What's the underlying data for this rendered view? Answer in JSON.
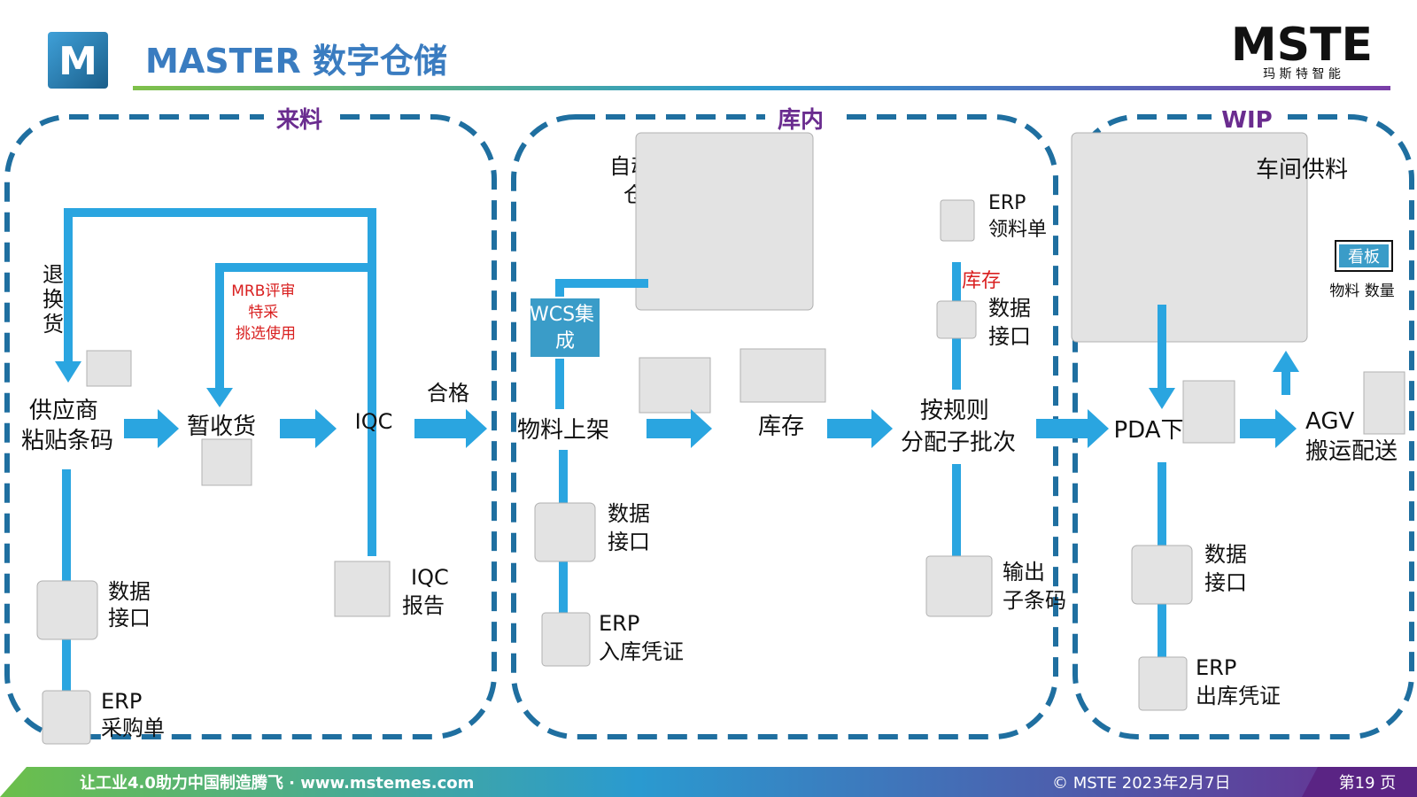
{
  "header": {
    "logo_letter": "M",
    "title": "MASTER 数字仓储",
    "brand": "MSTE",
    "brand_sub": "玛 斯 特 智 能"
  },
  "zones": {
    "incoming": "来料",
    "warehouse": "库内",
    "wip": "WIP"
  },
  "incoming": {
    "supplier": [
      "供应商",
      "粘贴条码"
    ],
    "return": [
      "退",
      "换",
      "货"
    ],
    "temp_receive": "暂收货",
    "mrb": [
      "MRB评审",
      "特采",
      "挑选使用"
    ],
    "iqc": "IQC",
    "pass": "合格",
    "iqc_report": [
      "IQC",
      "报告"
    ],
    "data_interface": [
      "数据",
      "接口"
    ],
    "erp_po": [
      "ERP",
      "采购单"
    ]
  },
  "warehouse": {
    "auto_wh": [
      "自动化",
      "仓库"
    ],
    "wcs": [
      "WCS集",
      "成"
    ],
    "shelving": "物料上架",
    "inventory": "库存",
    "allocate": [
      "按规则",
      "分配子批次"
    ],
    "erp_pick": [
      "ERP",
      "领料单"
    ],
    "inventory_red": "库存",
    "data_interface": [
      "数据",
      "接口"
    ],
    "data_interface2": [
      "数据",
      "接口"
    ],
    "erp_receipt": [
      "ERP",
      "入库凭证"
    ],
    "sub_barcode": [
      "输出",
      "子条码"
    ]
  },
  "wip": {
    "workshop": "车间供料",
    "kanban": "看板",
    "kanban_caption": "物料  数量",
    "pda": "PDA下架",
    "agv": [
      "AGV",
      "搬运配送"
    ],
    "data_interface": [
      "数据",
      "接口"
    ],
    "erp_out": [
      "ERP",
      "出库凭证"
    ]
  },
  "footer": {
    "slogan": "让工业4.0助力中国制造腾飞 · www.mstemes.com",
    "copyright": "© MSTE 2023年2月7日",
    "page": "第19 页"
  },
  "colors": {
    "arrow": "#2aa5e0",
    "zone_border": "#1f6fa0",
    "zone_label": "#6a2c8f",
    "red_label": "#d92020",
    "title": "#3a7cc0"
  },
  "icons": [
    "api-gear-icon",
    "document-icon",
    "forklift-icon",
    "barcode-scanner-icon",
    "monitor-barcode-icon",
    "warehouse-icon"
  ]
}
